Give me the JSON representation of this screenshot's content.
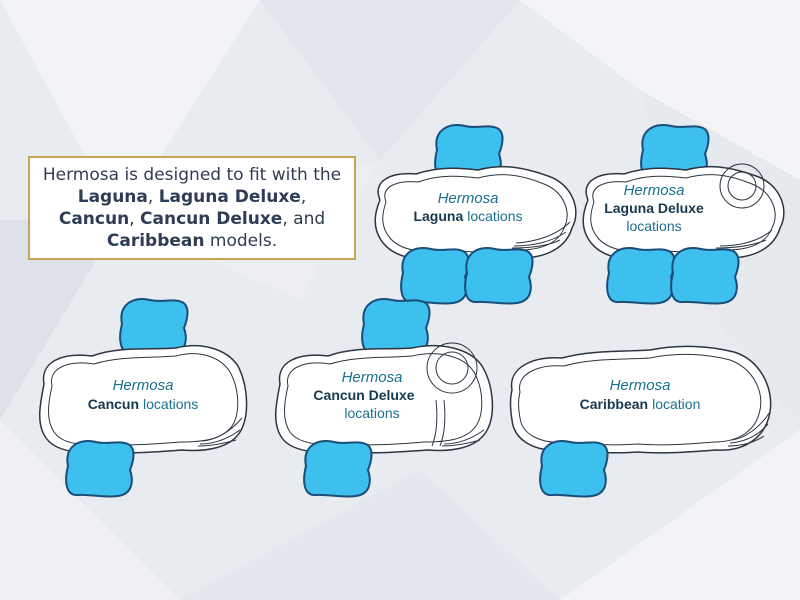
{
  "info": {
    "p1": "Hermosa is designed to fit with the ",
    "m1": "Laguna",
    "s1": ", ",
    "m2": "Laguna Deluxe",
    "s2": ", ",
    "m3": "Cancun",
    "s3": ", ",
    "m4": "Cancun Deluxe",
    "s4": ", and ",
    "m5": "Caribbean",
    "p2": " models."
  },
  "layouts": [
    {
      "italic": "Hermosa",
      "bold": "Laguna",
      "suffix": "locations"
    },
    {
      "italic": "Hermosa",
      "bold": "Laguna Deluxe",
      "suffix": "locations"
    },
    {
      "italic": "Hermosa",
      "bold": "Cancun",
      "suffix": "locations"
    },
    {
      "italic": "Hermosa",
      "bold": "Cancun Deluxe",
      "suffix": "locations"
    },
    {
      "italic": "Hermosa",
      "bold": "Caribbean",
      "suffix": "location"
    }
  ],
  "colors": {
    "spa_fill": "#3ec0ee",
    "spa_stroke": "#1a4d7a",
    "pool_stroke": "#2c3540",
    "italic_text": "#1b6f8f",
    "bold_text": "#17384f",
    "box_border": "#c7a553"
  }
}
